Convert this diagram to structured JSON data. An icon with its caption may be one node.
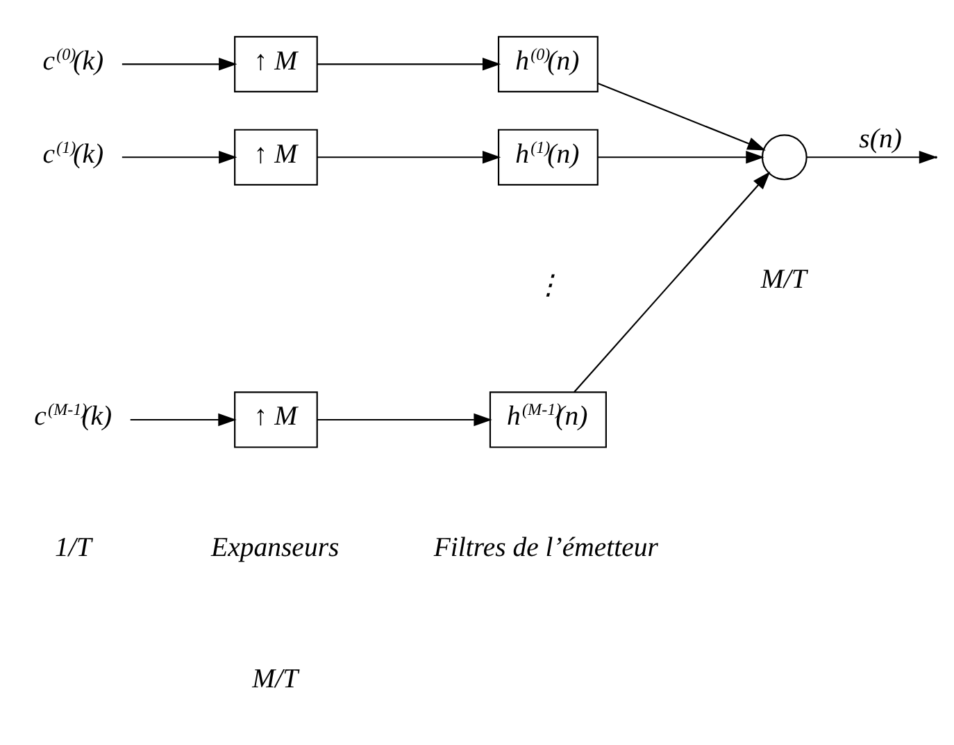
{
  "diagram": {
    "nodes": [
      {
        "text": [
          "c$^{(0)}$(k)"
        ]
      },
      {
        "text": [
          "↑ M"
        ]
      },
      {
        "text": [
          "h$^{(0)}$(n)"
        ]
      },
      {
        "text": [
          "c$^{(1)}$(k)"
        ]
      },
      {
        "text": [
          "↑ M"
        ]
      },
      {
        "text": [
          "h$^{(1)}$(n)"
        ]
      },
      {
        "text": [
          "c$^{(M-1)}$(k)"
        ]
      },
      {
        "text": [
          "↑ M"
        ]
      },
      {
        "text": [
          "h$^{(M-1)}$(n)"
        ]
      },
      {
        "text": [],
        "shape": "circle"
      }
    ],
    "edges": [
      {
        "from": 0,
        "to": 1,
        "arrow": "to"
      },
      {
        "from": 1,
        "to": 2,
        "arrow": "to"
      },
      {
        "from": 2,
        "to": 9,
        "arrow": "to"
      },
      {
        "from": 3,
        "to": 4,
        "arrow": "to"
      },
      {
        "from": 4,
        "to": 5,
        "arrow": "to"
      },
      {
        "from": 5,
        "to": 9,
        "arrow": "to"
      },
      {
        "from": 6,
        "to": 7,
        "arrow": "to"
      },
      {
        "from": 7,
        "to": 8,
        "arrow": "to"
      },
      {
        "from": 8,
        "to": 9,
        "arrow": "to"
      },
      {
        "from": 9,
        "to": null,
        "arrow": "to",
        "label": "s(n)"
      }
    ],
    "labels": [
      "⋮",
      "Expanseurs",
      "Filtres de l’émetteur",
      "1/T",
      "M/T",
      "M/T"
    ]
  }
}
